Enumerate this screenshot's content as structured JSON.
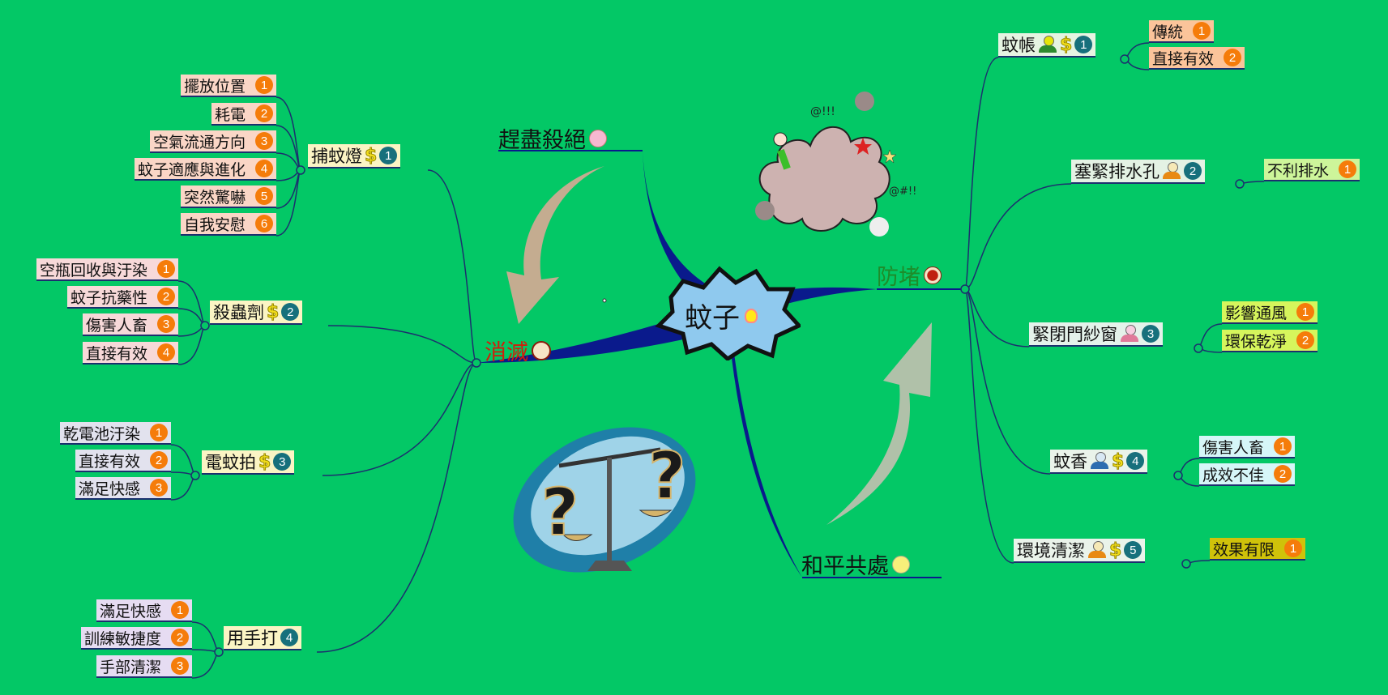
{
  "center": {
    "title": "蚊子",
    "icon": "lightbulb-icon"
  },
  "extra_branches": {
    "eliminate_all": {
      "title": "趕盡殺絕",
      "icon": "sad-face-icon"
    },
    "coexist": {
      "title": "和平共處",
      "icon": "smile-face-icon"
    }
  },
  "eliminate": {
    "title": "消滅",
    "icon": "red-triangle-icon",
    "color": "#d21d0a",
    "children": [
      {
        "label": "捕蚊燈",
        "cost": "$",
        "priority": "1",
        "subs": [
          {
            "label": "擺放位置",
            "n": "1"
          },
          {
            "label": "耗電",
            "n": "2"
          },
          {
            "label": "空氣流通方向",
            "n": "3"
          },
          {
            "label": "蚊子適應與進化",
            "n": "4"
          },
          {
            "label": "突然驚嚇",
            "n": "5"
          },
          {
            "label": "自我安慰",
            "n": "6"
          }
        ]
      },
      {
        "label": "殺蟲劑",
        "cost": "$",
        "priority": "2",
        "subs": [
          {
            "label": "空瓶回收與汙染",
            "n": "1"
          },
          {
            "label": "蚊子抗藥性",
            "n": "2"
          },
          {
            "label": "傷害人畜",
            "n": "3"
          },
          {
            "label": "直接有效",
            "n": "4"
          }
        ]
      },
      {
        "label": "電蚊拍",
        "cost": "$",
        "priority": "3",
        "subs": [
          {
            "label": "乾電池汙染",
            "n": "1"
          },
          {
            "label": "直接有效",
            "n": "2"
          },
          {
            "label": "滿足快感",
            "n": "3"
          }
        ]
      },
      {
        "label": "用手打",
        "cost": "",
        "priority": "4",
        "subs": [
          {
            "label": "滿足快感",
            "n": "1"
          },
          {
            "label": "訓練敏捷度",
            "n": "2"
          },
          {
            "label": "手部清潔",
            "n": "3"
          }
        ]
      }
    ]
  },
  "prevent": {
    "title": "防堵",
    "icon": "red-dot-icon",
    "color": "#1e8c2a",
    "children": [
      {
        "label": "蚊帳",
        "person": "green",
        "cost": "$",
        "priority": "1",
        "subs": [
          {
            "label": "傳統",
            "n": "1"
          },
          {
            "label": "直接有效",
            "n": "2"
          }
        ]
      },
      {
        "label": "塞緊排水孔",
        "person": "orange",
        "cost": "",
        "priority": "2",
        "subs": [
          {
            "label": "不利排水",
            "n": "1"
          }
        ]
      },
      {
        "label": "緊閉門紗窗",
        "person": "pink",
        "cost": "",
        "priority": "3",
        "subs": [
          {
            "label": "影響通風",
            "n": "1"
          },
          {
            "label": "環保乾淨",
            "n": "2"
          }
        ]
      },
      {
        "label": "蚊香",
        "person": "blue",
        "cost": "$",
        "priority": "4",
        "subs": [
          {
            "label": "傷害人畜",
            "n": "1"
          },
          {
            "label": "成效不佳",
            "n": "2"
          }
        ]
      },
      {
        "label": "環境清潔",
        "person": "orange",
        "cost": "$",
        "priority": "5",
        "subs": [
          {
            "label": "效果有限",
            "n": "1"
          }
        ]
      }
    ]
  },
  "colors": {
    "background": "#03c866",
    "branch": "#0a1a8c",
    "badge_sub": "#f57c0a",
    "badge_priority": "#17707c"
  }
}
